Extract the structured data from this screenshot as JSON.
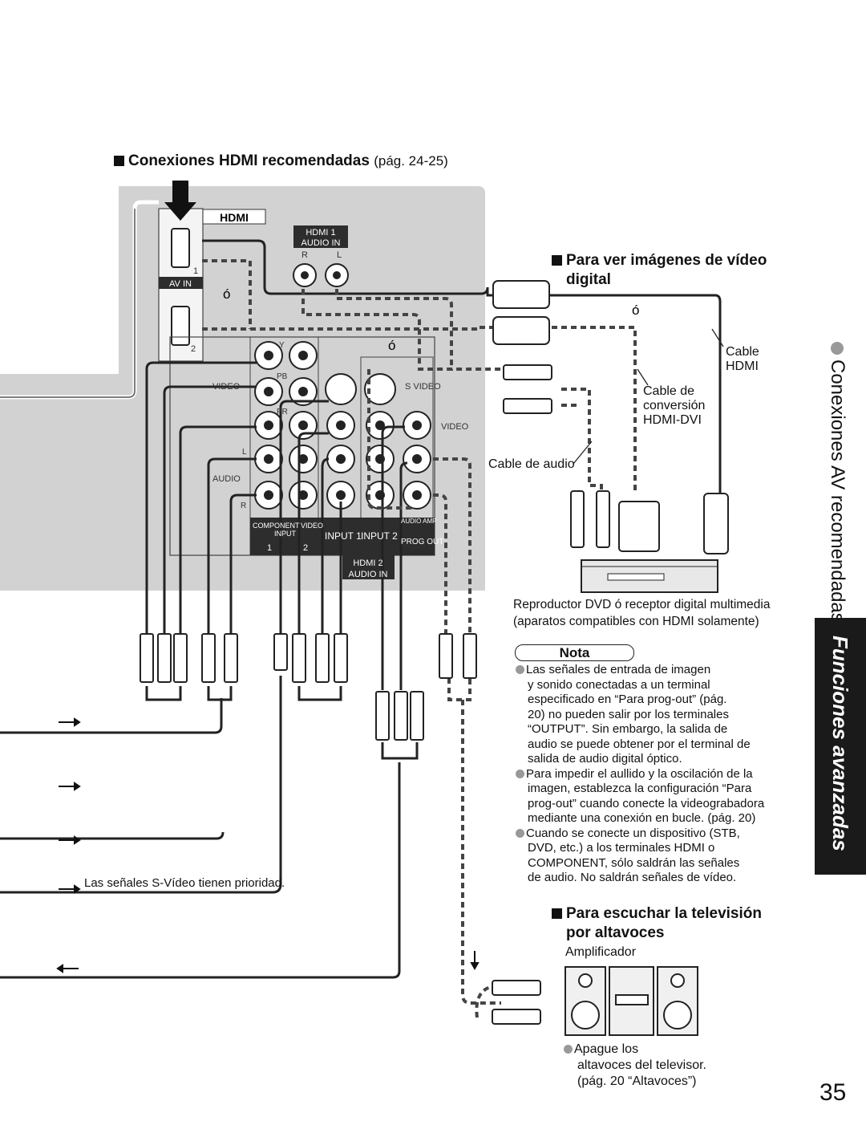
{
  "sections": {
    "hdmi_connections": {
      "title": "Conexiones HDMI recomendadas",
      "page_ref": "(pág. 24-25)"
    },
    "digital_video": {
      "title_line1": "Para ver imágenes de vídeo",
      "title_line2": "digital"
    },
    "speakers": {
      "title_line1": "Para escuchar la televisión",
      "title_line2": "por altavoces"
    }
  },
  "panel_labels": {
    "hdmi_logo": "HDMI",
    "hdmi1_audio_in": [
      "HDMI 1",
      "AUDIO IN"
    ],
    "r": "R",
    "l": "L",
    "port1": "1",
    "port2": "2",
    "av_in": "AV IN",
    "y": "Y",
    "pb": "PB",
    "pr": "PR",
    "video": "VIDEO",
    "s_video": "S VIDEO",
    "audio": "AUDIO",
    "l_small": "L",
    "r_small": "R",
    "component_input": [
      "COMPONENT",
      "INPUT"
    ],
    "comp_num": "1",
    "video_input": [
      "VIDEO",
      "INPUT"
    ],
    "vid_num": "2",
    "input1": "INPUT 1",
    "input2": "INPUT 2",
    "audio_amp": "AUDIO AMP",
    "prog_out": "PROG OUT",
    "hdmi2_audio_in": [
      "HDMI 2",
      "AUDIO IN"
    ]
  },
  "or_marks": [
    "ó",
    "ó",
    "ó"
  ],
  "labels": {
    "cable_hdmi": [
      "Cable",
      "HDMI"
    ],
    "cable_conversion": [
      "Cable de",
      "conversión",
      "HDMI-DVI"
    ],
    "cable_audio": "Cable de audio",
    "dvd_caption": [
      "Reproductor DVD ó receptor digital multimedia",
      "(aparatos compatibles con HDMI solamente)"
    ],
    "svideo_priority": "Las señales S-Vídeo tienen prioridad.",
    "amplifier": "Amplificador"
  },
  "nota": {
    "title": "Nota",
    "items": [
      [
        "Las señales de entrada de imagen",
        "y sonido conectadas a un terminal",
        "especificado en “Para prog-out” (pág.",
        "20) no pueden salir por los terminales",
        "“OUTPUT”. Sin embargo, la salida de",
        "audio se puede obtener por el terminal de",
        "salida de audio digital óptico."
      ],
      [
        "Para impedir el aullido y la oscilación de la",
        "imagen, establezca la configuración “Para",
        "prog-out” cuando conecte la videograbadora",
        "mediante una conexión en bucle. (pág. 20)"
      ],
      [
        "Cuando se conecte un dispositivo (STB,",
        "DVD, etc.) a los terminales HDMI o",
        "COMPONENT, sólo saldrán las señales",
        "de audio. No saldrán señales de vídeo."
      ]
    ]
  },
  "speaker_note": [
    "Apague los",
    "altavoces del televisor.",
    "(pág. 20 “Altavoces”)"
  ],
  "side": {
    "section": "Conexiones AV recomendadas",
    "tab": "Funciones avanzadas"
  },
  "page_number": "35",
  "colors": {
    "panel_gray": "#d2d2d2",
    "dark_label": "#2d2d2d",
    "bullet_gray": "#999999",
    "tab_black": "#1a1a1a"
  }
}
